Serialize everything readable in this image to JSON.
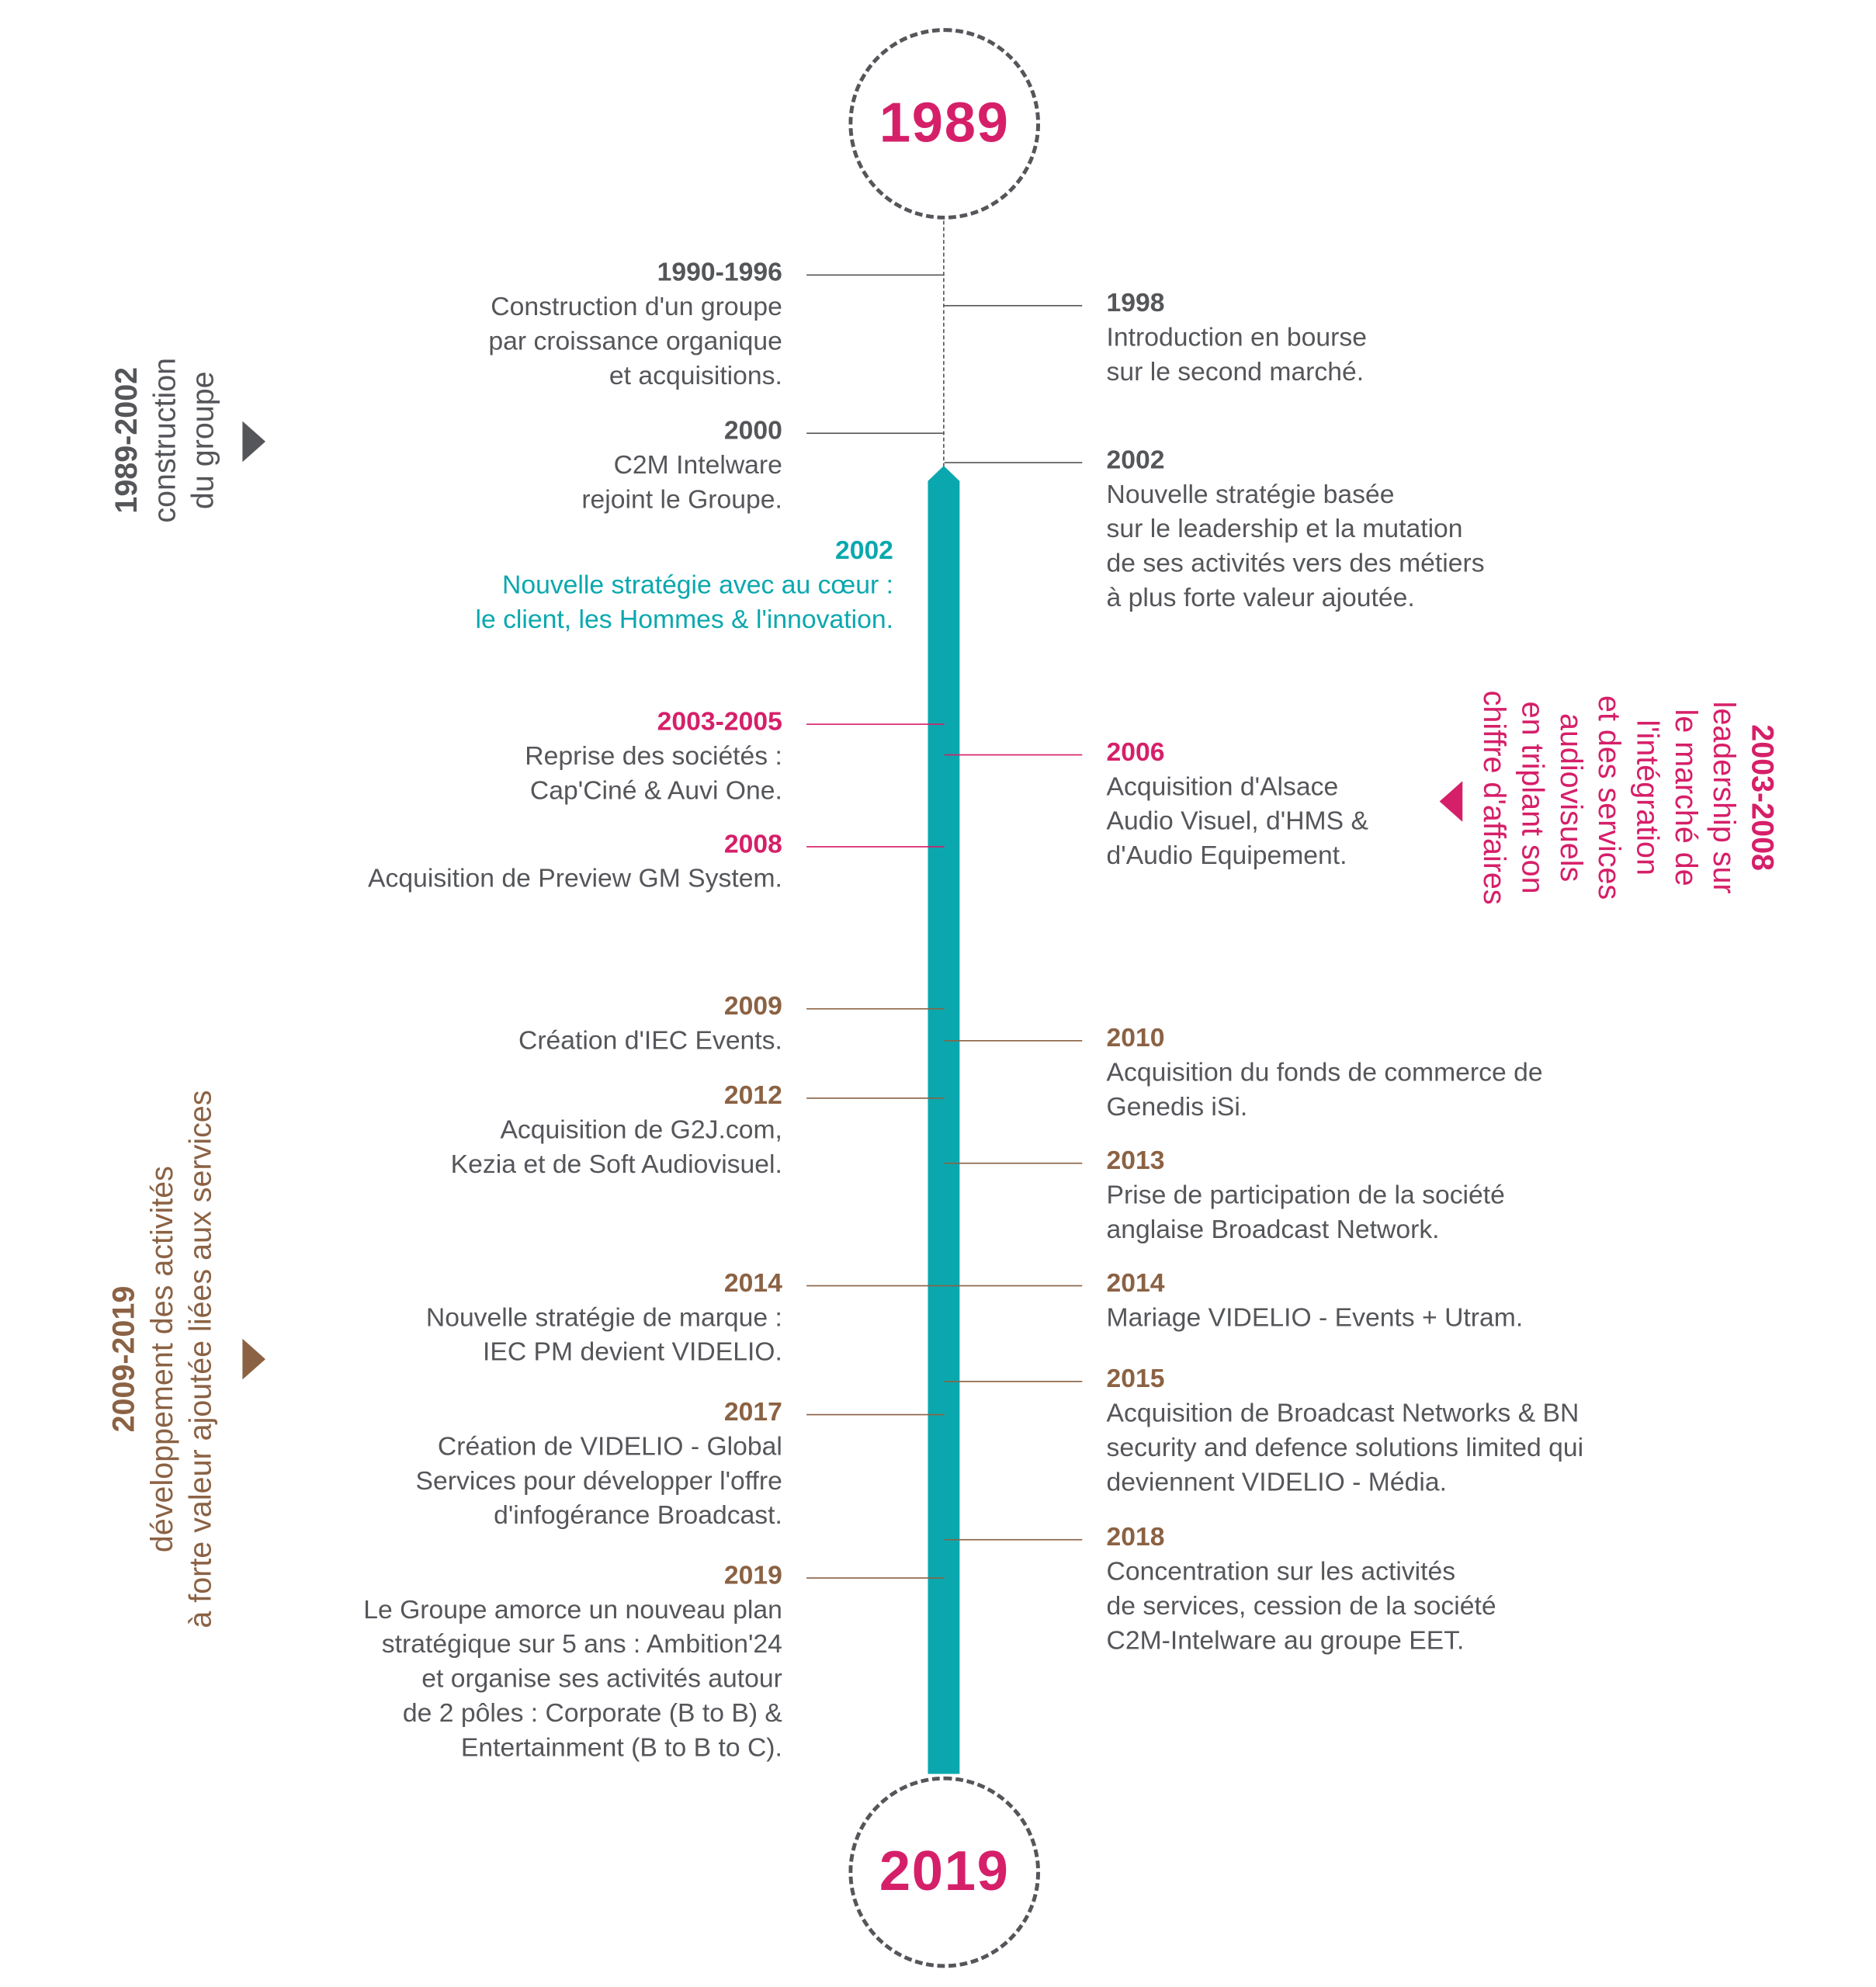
{
  "start_year": "1989",
  "end_year": "2019",
  "colors": {
    "gray": "#55565a",
    "pink": "#d61f69",
    "teal": "#0aa8ae",
    "brown": "#8b6244"
  },
  "periods": [
    {
      "years": "1989-2002",
      "lines": [
        "construction",
        "du groupe"
      ],
      "color": "#55565a"
    },
    {
      "years": "2003-2008",
      "lines": [
        "leadership sur",
        "le marché de",
        "l'intégration",
        "et des services",
        "audiovisuels",
        "en triplant son",
        "chiffre d'affaires"
      ],
      "color": "#d61f69"
    },
    {
      "years": "2009-2019",
      "lines": [
        "développement des activités",
        "à forte valeur ajoutée liées aux services"
      ],
      "color": "#8b6244"
    }
  ],
  "left_events": [
    {
      "year": "1990-1996",
      "lines": [
        "Construction d'un groupe",
        "par croissance organique",
        "et acquisitions."
      ],
      "color": "#55565a"
    },
    {
      "year": "2000",
      "lines": [
        "C2M Intelware",
        "rejoint le Groupe."
      ],
      "color": "#55565a"
    },
    {
      "year": "2002",
      "lines": [
        "Nouvelle stratégie avec au cœur :",
        "le client, les Hommes & l'innovation."
      ],
      "color": "#0aa8ae"
    },
    {
      "year": "2003-2005",
      "lines": [
        "Reprise des sociétés :",
        "Cap'Ciné & Auvi One."
      ],
      "color": "#d61f69"
    },
    {
      "year": "2008",
      "lines": [
        "Acquisition de Preview GM System."
      ],
      "color": "#d61f69"
    },
    {
      "year": "2009",
      "lines": [
        "Création d'IEC Events."
      ],
      "color": "#8b6244"
    },
    {
      "year": "2012",
      "lines": [
        "Acquisition de G2J.com,",
        "Kezia et de Soft Audiovisuel."
      ],
      "color": "#8b6244"
    },
    {
      "year": "2014",
      "lines": [
        "Nouvelle stratégie de marque :",
        "IEC PM devient VIDELIO."
      ],
      "color": "#8b6244"
    },
    {
      "year": "2017",
      "lines": [
        "Création de VIDELIO - Global",
        "Services pour développer l'offre",
        "d'infogérance Broadcast."
      ],
      "color": "#8b6244"
    },
    {
      "year": "2019",
      "lines": [
        "Le Groupe amorce un nouveau plan",
        "stratégique sur 5 ans : Ambition'24",
        "et organise ses activités autour",
        "de 2 pôles : Corporate (B to B) &",
        "Entertainment (B to B to C)."
      ],
      "color": "#8b6244"
    }
  ],
  "right_events": [
    {
      "year": "1998",
      "lines": [
        "Introduction en bourse",
        "sur le second marché."
      ],
      "color": "#55565a"
    },
    {
      "year": "2002",
      "lines": [
        "Nouvelle stratégie basée",
        "sur le leadership et la mutation",
        "de ses activités vers des métiers",
        "à plus forte valeur ajoutée."
      ],
      "color": "#55565a"
    },
    {
      "year": "2006",
      "lines": [
        "Acquisition d'Alsace",
        "Audio Visuel, d'HMS &",
        "d'Audio Equipement."
      ],
      "color": "#d61f69"
    },
    {
      "year": "2010",
      "lines": [
        "Acquisition du fonds de commerce de",
        "Genedis iSi."
      ],
      "color": "#8b6244"
    },
    {
      "year": "2013",
      "lines": [
        "Prise de participation de la société",
        "anglaise Broadcast Network."
      ],
      "color": "#8b6244"
    },
    {
      "year": "2014",
      "lines": [
        "Mariage VIDELIO - Events +  Utram."
      ],
      "color": "#8b6244"
    },
    {
      "year": "2015",
      "lines": [
        "Acquisition de Broadcast Networks & BN",
        "security and defence solutions limited qui",
        "deviennent VIDELIO - Média."
      ],
      "color": "#8b6244"
    },
    {
      "year": "2018",
      "lines": [
        "Concentration sur les activités",
        "de services, cession de la société",
        "C2M-Intelware au groupe EET."
      ],
      "color": "#8b6244"
    }
  ]
}
